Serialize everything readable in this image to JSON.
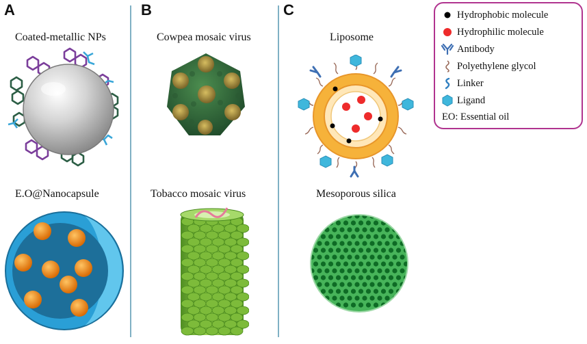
{
  "panels": {
    "a": {
      "letter": "A",
      "top_caption": "Coated-metallic NPs",
      "bottom_caption": "E.O@Nanocapsule"
    },
    "b": {
      "letter": "B",
      "top_caption": "Cowpea mosaic virus",
      "bottom_caption": "Tobacco mosaic virus"
    },
    "c": {
      "letter": "C",
      "top_caption": "Liposome",
      "bottom_caption": "Mesoporous silica"
    }
  },
  "legend": {
    "items": [
      {
        "icon": "black-dot-icon",
        "label": "Hydrophobic molecule"
      },
      {
        "icon": "red-dot-icon",
        "label": "Hydrophilic molecule"
      },
      {
        "icon": "antibody-icon",
        "label": "Antibody"
      },
      {
        "icon": "peg-squiggle-icon",
        "label": "Polyethylene glycol"
      },
      {
        "icon": "linker-icon",
        "label": "Linker"
      },
      {
        "icon": "hexagon-ligand-icon",
        "label": "Ligand"
      }
    ],
    "note": "EO: Essential oil"
  },
  "colors": {
    "divider": "#7fb0c4",
    "legend_border": "#b0338f",
    "hydrophobic": "#000000",
    "hydrophilic": "#ee2b2b",
    "antibody": "#3e6fb3",
    "peg": "#9a6b5a",
    "linker": "#2f7fc0",
    "ligand": "#3fb7dc",
    "liposome_core": "#ffffff",
    "liposome_shell": "#f6b23a",
    "nanocapsule_shell": "#2a9fd6",
    "nanocapsule_core": "#1d6f9a",
    "oil_droplet": "#f28c1a",
    "silica": "#1f9a38",
    "tmv": "#7dbb3a",
    "cpmv_green": "#2f6b3a",
    "cpmv_gold": "#a08a3a",
    "metal_np": "#c8c8c8"
  }
}
